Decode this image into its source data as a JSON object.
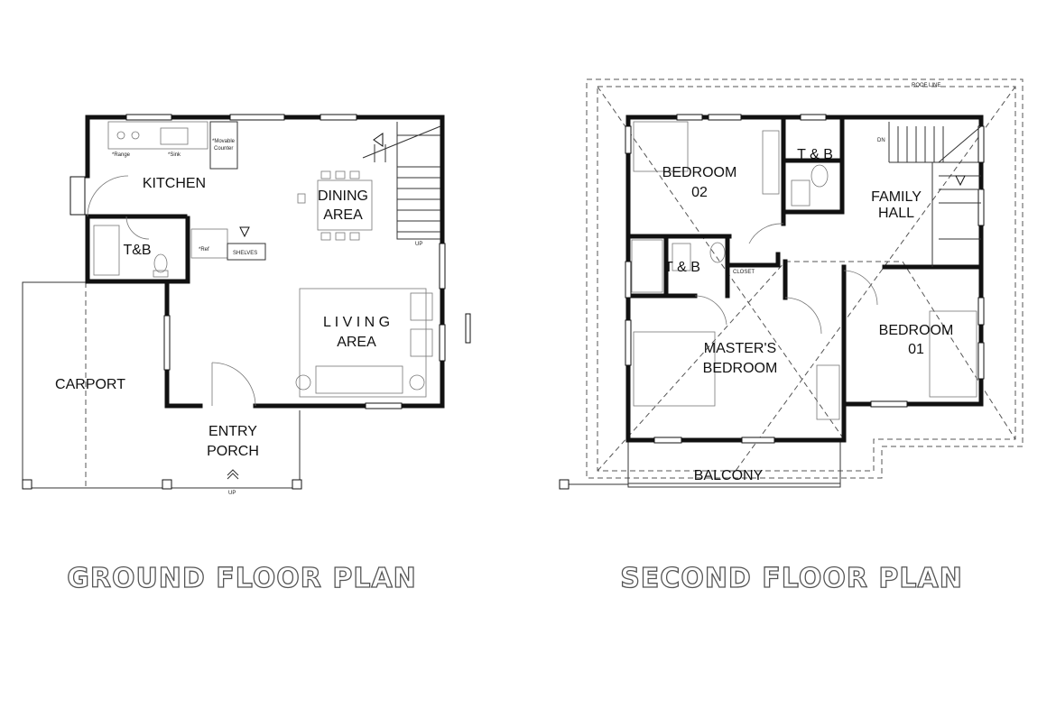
{
  "ground_floor": {
    "title": "GROUND FLOOR PLAN",
    "rooms": {
      "kitchen": "KITCHEN",
      "dining_1": "DINING",
      "dining_2": "AREA",
      "tb": "T&B",
      "living_1": "L I V I N G",
      "living_2": "AREA",
      "carport": "CARPORT",
      "entry_1": "ENTRY",
      "entry_2": "PORCH"
    },
    "fixtures": {
      "range": "*Range",
      "sink": "*Sink",
      "movable_1": "*Movable",
      "movable_2": "Counter",
      "ref": "*Ref",
      "shelves": "SHELVES",
      "up_stair": "UP",
      "up_porch": "UP"
    }
  },
  "second_floor": {
    "title": "SECOND FLOOR PLAN",
    "rooms": {
      "bedroom02_1": "BEDROOM",
      "bedroom02_2": "02",
      "tb_top": "T & B",
      "family_1": "FAMILY",
      "family_2": "HALL",
      "tb_mid": "T & B",
      "masters_1": "MASTER'S",
      "masters_2": "BEDROOM",
      "bedroom01_1": "BEDROOM",
      "bedroom01_2": "01",
      "balcony": "BALCONY"
    },
    "fixtures": {
      "dn": "DN",
      "roof_line": "ROOF LINE",
      "closet": "CLOSET"
    }
  }
}
